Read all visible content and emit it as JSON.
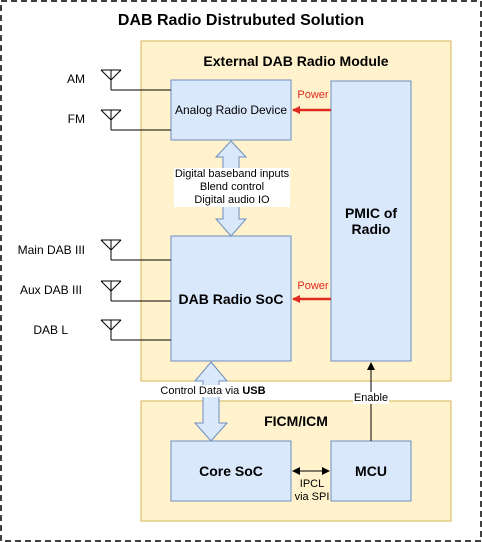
{
  "title": "DAB Radio Distrubuted Solution",
  "external_module": {
    "title": "External DAB Radio Module",
    "analog_device": "Analog Radio Device",
    "dab_soc": "DAB Radio SoC",
    "pmic": "PMIC of Radio",
    "power_label_1": "Power",
    "power_label_2": "Power",
    "interface_label": [
      "Digital baseband inputs",
      "Blend control",
      "Digital audio IO"
    ]
  },
  "antennas": [
    "AM",
    "FM",
    "Main DAB III",
    "Aux DAB III",
    "DAB L"
  ],
  "control_data": {
    "prefix": "Control Data via ",
    "emphasis": "USB"
  },
  "enable_label": "Enable",
  "ficm": {
    "title": "FICM/ICM",
    "core_soc": "Core SoC",
    "mcu": "MCU",
    "ipcl": [
      "IPCL",
      "via SPI"
    ]
  },
  "colors": {
    "region_fill": "#fff2cc",
    "region_stroke": "#d6b656",
    "box_fill": "#dae8fc",
    "box_stroke": "#6c8ebf",
    "power_arrow": "#e0291f"
  }
}
